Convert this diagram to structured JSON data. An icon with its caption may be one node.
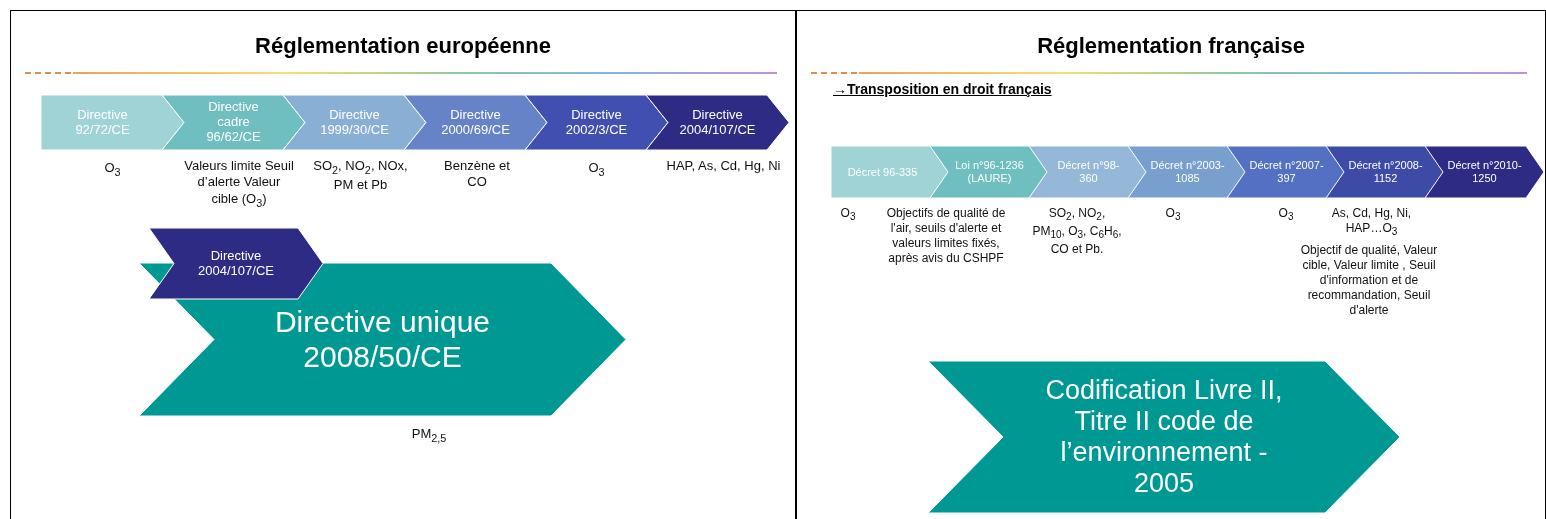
{
  "diagram": {
    "nodes": [
      {
        "text": [
          "Réglementation européenne"
        ]
      },
      {
        "text": [
          "Directive 92/72/CE"
        ],
        "in": 0,
        "beside": [
          "O$_{3}$"
        ]
      },
      {
        "text": [
          "Directive cadre 96/62/CE"
        ],
        "in": 0,
        "beside": [
          "Valeurs limite Seuil d’alerte Valeur cible (O$_{3}$)"
        ]
      },
      {
        "text": [
          "Directive 1999/30/CE"
        ],
        "in": 0,
        "beside": [
          "SO$_{2}$, NO$_{2}$, NOx, PM et Pb"
        ]
      },
      {
        "text": [
          "Directive 2000/69/CE"
        ],
        "in": 0,
        "beside": [
          "Benzène et CO"
        ]
      },
      {
        "text": [
          "Directive 2002/3/CE"
        ],
        "in": 0,
        "beside": [
          "O$_{3}$"
        ]
      },
      {
        "text": [
          "Directive 2004/107/CE"
        ],
        "in": 0,
        "beside": [
          "HAP, As, Cd, Hg, Ni"
        ]
      },
      {
        "text": [
          "Directive 2004/107/CE"
        ],
        "in": 0
      },
      {
        "text": [
          "Directive unique 2008/50/CE"
        ],
        "in": 0,
        "beside": [
          "PM$_{2,5}$"
        ]
      },
      {
        "text": [
          "Réglementation française",
          "→Transposition en droit français"
        ]
      },
      {
        "text": [
          "Décret 96-335"
        ],
        "in": 9,
        "beside": [
          "O$_{3}$"
        ]
      },
      {
        "text": [
          "Loi n°96-1236 (LAURE)"
        ],
        "in": 9,
        "beside": [
          "Objectifs de qualité de l'air, seuils d'alerte et valeurs limites fixés, après avis du CSHPF"
        ]
      },
      {
        "text": [
          "Décret n°98-360"
        ],
        "in": 9,
        "beside": [
          "SO$_{2}$, NO$_{2}$, PM$_{10}$, O$_{3}$, C$_{6}$H$_{6}$, CO et Pb."
        ]
      },
      {
        "text": [
          "Décret n°2003-1085"
        ],
        "in": 9,
        "beside": [
          "O$_{3}$"
        ]
      },
      {
        "text": [
          "Décret n°2007-397"
        ],
        "in": 9,
        "beside": [
          "O$_{3}$"
        ]
      },
      {
        "text": [
          "Décret n°2008-1152"
        ],
        "in": 9,
        "beside": [
          "As, Cd, Hg, Ni, HAP…O$_{3}$",
          "Objectif de qualité, Valeur cible, Valeur limite , Seuil d'information et de recommandation, Seuil d'alerte"
        ]
      },
      {
        "text": [
          "Décret n°2010-1250"
        ],
        "in": 9
      },
      {
        "text": [
          "Codification Livre II, Titre II code de l’environnement - 2005"
        ],
        "in": 9
      }
    ]
  }
}
